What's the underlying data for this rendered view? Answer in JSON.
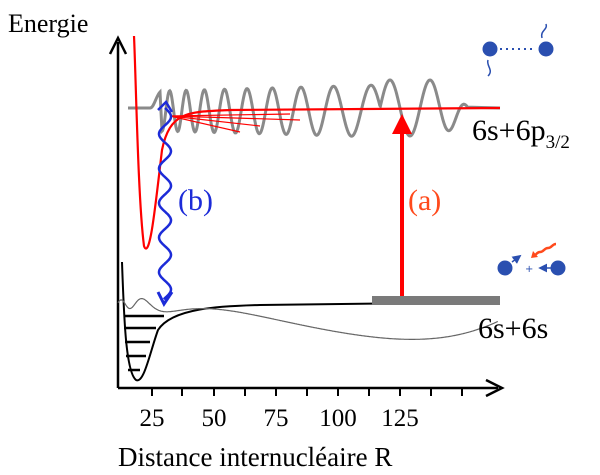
{
  "diagram": {
    "y_axis_label": "Energie",
    "x_axis_label": "Distance internucléaire R",
    "x_ticks": [
      "25",
      "50",
      "75",
      "100",
      "125"
    ],
    "upper_asymptote_label": {
      "main": "6s+6p",
      "subscript": "3/2"
    },
    "lower_asymptote_label": "6s+6s",
    "transition_a_label": "(a)",
    "transition_b_label": "(b)",
    "colors": {
      "red": "#ff0000",
      "blue": "#1c2bd8",
      "orange_red": "#ff4a1c",
      "atom_blue": "#2a4fb0",
      "grey_wave": "#8a8a8a",
      "thin_wave": "#666666",
      "bar": "#7a7a7a"
    }
  }
}
